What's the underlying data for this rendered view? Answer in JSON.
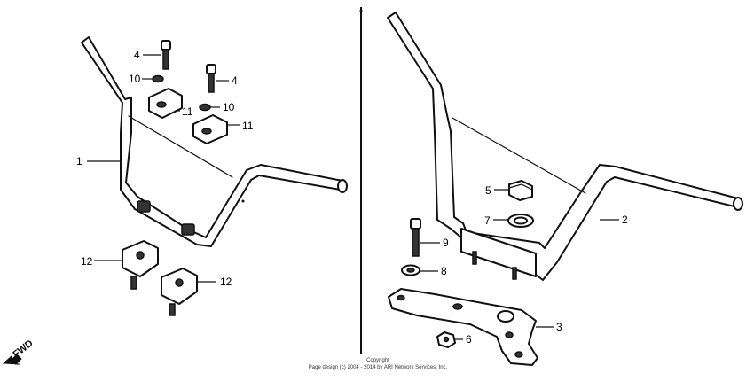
{
  "callouts": {
    "c1": "1",
    "c2": "2",
    "c3": "3",
    "c4a": "4",
    "c4b": "4",
    "c5": "5",
    "c6": "6",
    "c7": "7",
    "c8": "8",
    "c9": "9",
    "c10a": "10",
    "c10b": "10",
    "c11a": "11",
    "c11b": "11",
    "c12a": "12",
    "c12b": "12"
  },
  "fwd_label": "FWD",
  "copyright": {
    "line1": "Copyright",
    "line2": "Page design (c) 2004 - 2014 by ARI Network Services, Inc."
  },
  "colors": {
    "ink": "#111111",
    "background": "#ffffff"
  }
}
